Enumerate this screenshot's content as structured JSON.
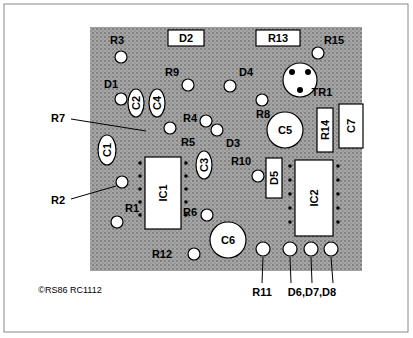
{
  "diagram": {
    "labels": [
      "R3",
      "D2",
      "R13",
      "R15",
      "R9",
      "D4",
      "D1",
      "C2",
      "C4",
      "R4",
      "TR1",
      "R8",
      "C5",
      "R14",
      "C7",
      "R7",
      "R5",
      "D3",
      "R10",
      "C1",
      "C3",
      "D5",
      "IC1",
      "IC2",
      "R2",
      "R1",
      "R6",
      "C6",
      "R12",
      "R11",
      "D6,D7,D8",
      "©RS86 RC1112"
    ]
  }
}
